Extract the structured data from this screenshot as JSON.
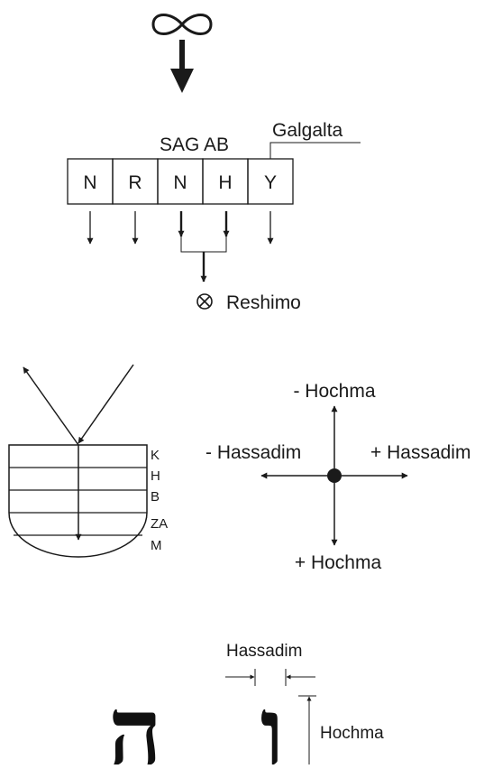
{
  "section1": {
    "infinity_icon": "infinity-icon",
    "cells": [
      "N",
      "R",
      "N",
      "H",
      "Y"
    ],
    "labels": {
      "sag_ab": "SAG AB",
      "galgalta": "Galgalta",
      "reshimo": "Reshimo"
    },
    "reshimo_icon": "circled-x-icon"
  },
  "section2": {
    "vessel_levels": [
      "K",
      "H",
      "B",
      "ZA",
      "M"
    ],
    "directions": {
      "top": "- Hochma",
      "bottom": "+ Hochma",
      "left": "- Hassadim",
      "right": "+ Hassadim"
    }
  },
  "section3": {
    "letters": [
      "ה",
      "ו"
    ],
    "hassadim_label": "Hassadim",
    "hochma_label": "Hochma"
  }
}
